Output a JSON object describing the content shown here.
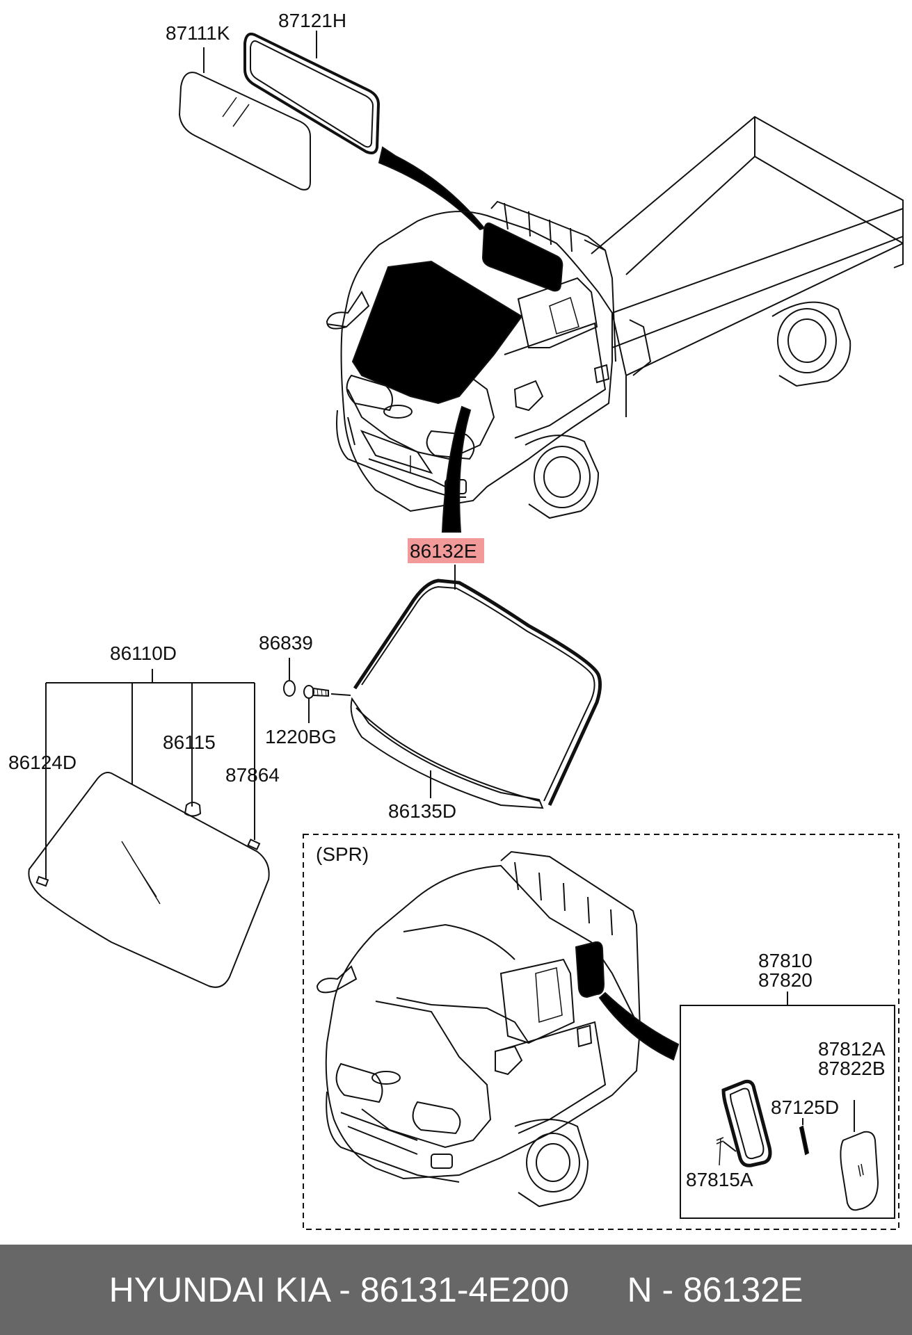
{
  "colors": {
    "background": "#ffffff",
    "line": "#111111",
    "fill_dark": "#000000",
    "highlight": "#f29a9a",
    "footer_bg": "#676767",
    "footer_text": "#ffffff"
  },
  "labels": {
    "p87111k": "87111K",
    "p87121h": "87121H",
    "p86132e": "86132E",
    "p86110d": "86110D",
    "p86839": "86839",
    "p1220bg": "1220BG",
    "p86115": "86115",
    "p86124d": "86124D",
    "p87864": "87864",
    "p86135d": "86135D",
    "spr": "(SPR)",
    "p87810": "87810",
    "p87820": "87820",
    "p87812a": "87812A",
    "p87822b": "87822B",
    "p87125d": "87125D",
    "p87815a": "87815A"
  },
  "footer": {
    "brand_part": "HYUNDAI KIA - 86131-4E200",
    "alt_part": "N - 86132E"
  }
}
